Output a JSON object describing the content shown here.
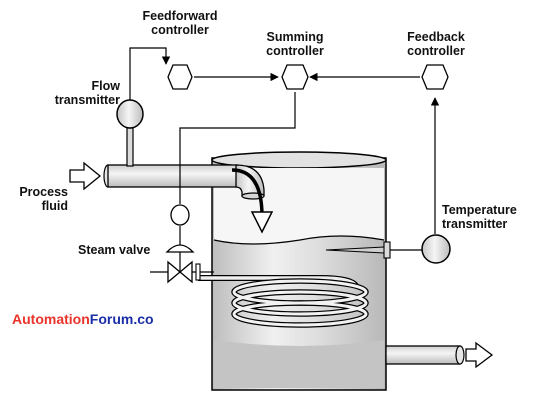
{
  "labels": {
    "feedforward_line1": "Feedforward",
    "feedforward_line2": "controller",
    "summing_line1": "Summing",
    "summing_line2": "controller",
    "feedback_line1": "Feedback",
    "feedback_line2": "controller",
    "flow_line1": "Flow",
    "flow_line2": "transmitter",
    "process_line1": "Process",
    "process_line2": "fluid",
    "temperature_line1": "Temperature",
    "temperature_line2": "transmitter",
    "steam_valve": "Steam valve"
  },
  "watermark": {
    "first_letter": "A",
    "part1": "utomation",
    "part2": "Forum.co"
  },
  "colors": {
    "vessel_fill": "#d4d4d4",
    "vessel_highlight": "#f0f0f0",
    "liquid_fill": "#c8c8c8",
    "outline": "#000000",
    "signal_line": "#000000",
    "watermark_red": "#e8342a",
    "watermark_blue": "#1a2ea8",
    "background": "#ffffff"
  }
}
